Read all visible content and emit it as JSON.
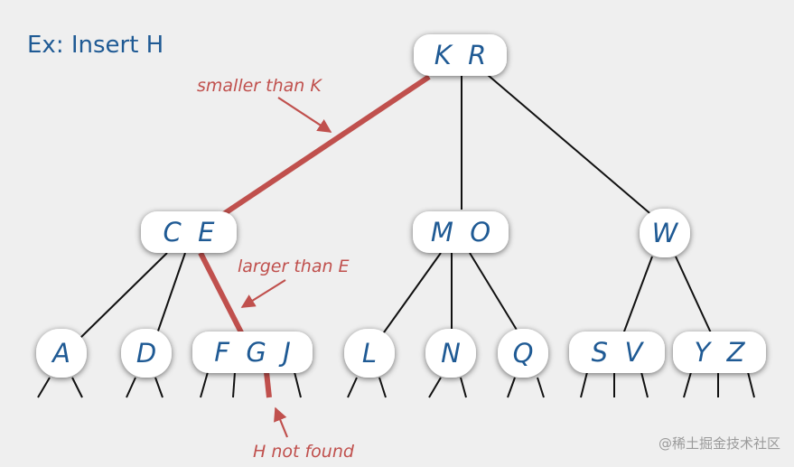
{
  "title": "Ex: Insert H",
  "nodes": {
    "root": "K  R",
    "ce": "C  E",
    "mo": "M  O",
    "w": "W",
    "a": "A",
    "d": "D",
    "fgj": "F  G  J",
    "l": "L",
    "n": "N",
    "q": "Q",
    "sv": "S  V",
    "yz": "Y  Z"
  },
  "annotations": {
    "smaller": "smaller than K",
    "larger": "larger than E",
    "not_found": "H not found"
  },
  "watermark": "@稀土掘金技术社区",
  "colors": {
    "search_path": "#c0504d",
    "key_text": "#1f5a94",
    "edges": "#111111",
    "background": "#efefef"
  }
}
